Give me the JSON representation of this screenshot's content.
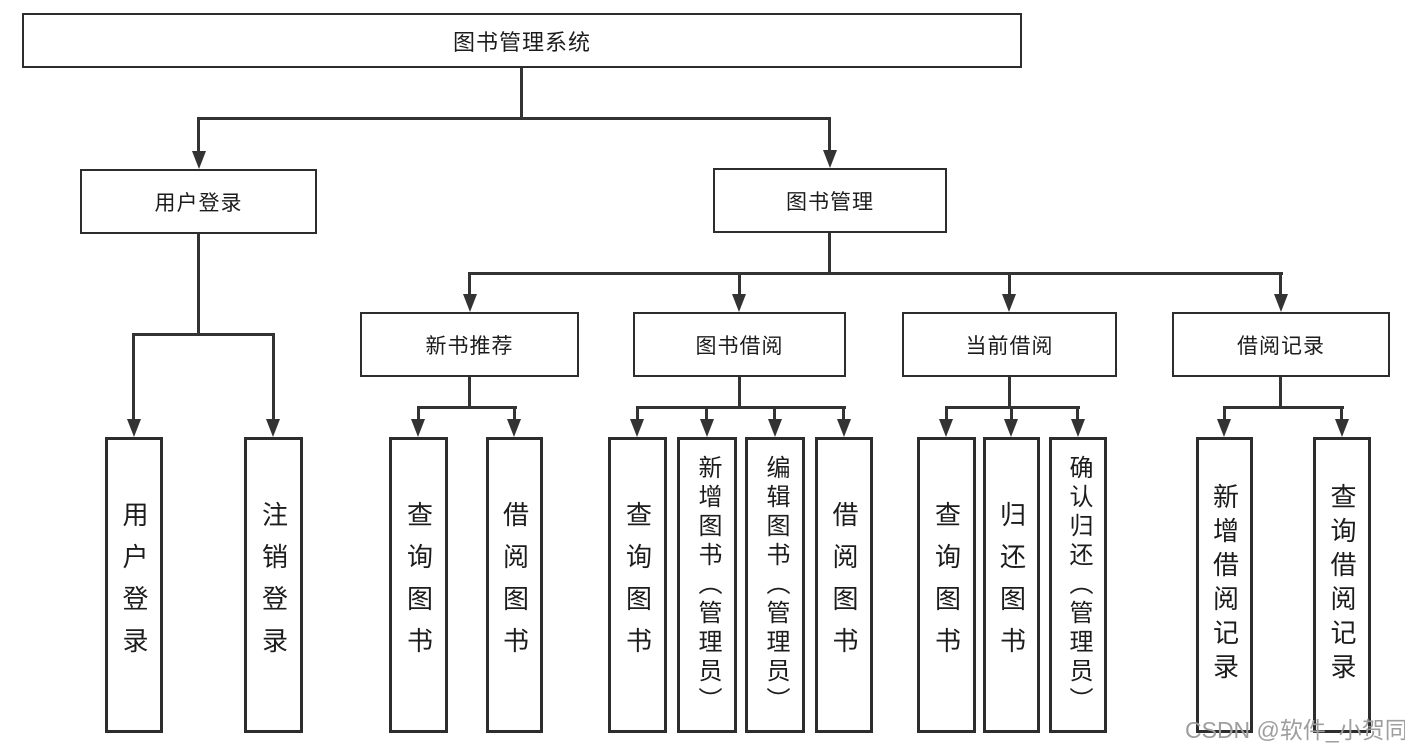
{
  "diagram": {
    "root": "图书管理系统",
    "level2": {
      "user_login_group": "用户登录",
      "book_mgmt_group": "图书管理"
    },
    "level3": {
      "new_book_rec": "新书推荐",
      "book_borrowing": "图书借阅",
      "current_borrowing": "当前借阅",
      "borrowing_records": "借阅记录"
    },
    "leaves": {
      "user_login": "用户登录",
      "logout": "注销登录",
      "rec_query_books": "查询图书",
      "rec_borrow_books": "借阅图书",
      "bb_query_books": "查询图书",
      "bb_add_books": "新增图书（管理员）",
      "bb_edit_books": "编辑图书（管理员）",
      "bb_borrow_books": "借阅图书",
      "cb_query_books": "查询图书",
      "cb_return_books": "归还图书",
      "cb_confirm_return": "确认归还（管理员）",
      "br_add_record": "新增借阅记录",
      "br_query_record": "查询借阅记录"
    }
  },
  "watermark": "CSDN @软件_小贺同学",
  "colors": {
    "line": "#333333",
    "box_border": "#2d2d2d",
    "text": "#1c1c1c",
    "watermark": "#9e9e9e",
    "background": "#ffffff"
  }
}
